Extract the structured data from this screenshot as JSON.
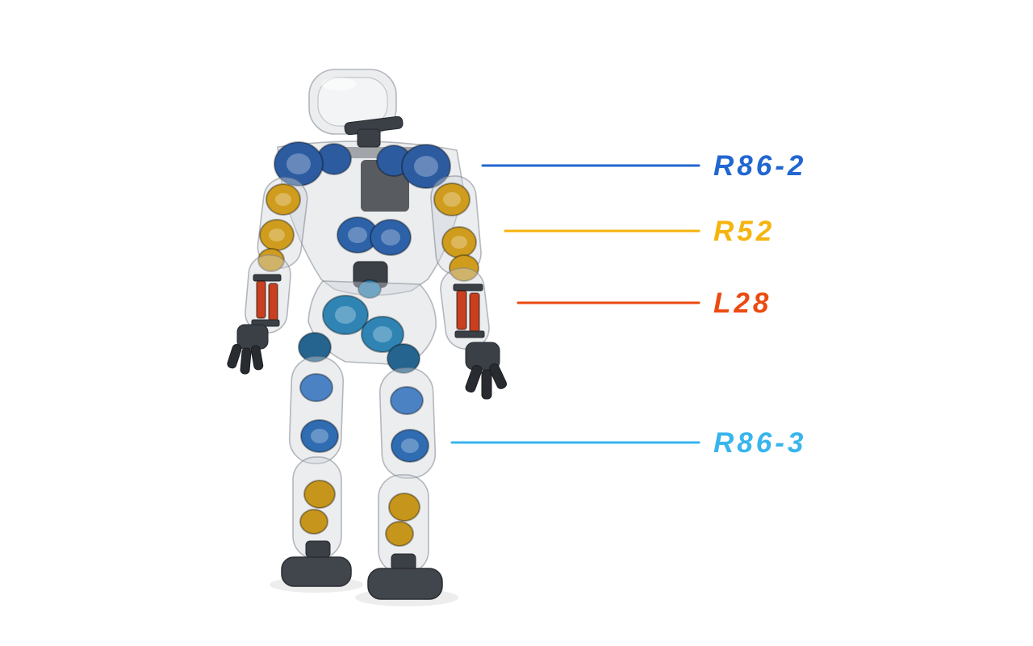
{
  "figure": {
    "background": "#ffffff"
  },
  "callouts": [
    {
      "label": "R86-2",
      "color": "#2166d1",
      "points_to": "shoulder-actuator"
    },
    {
      "label": "R52",
      "color": "#f6b40e",
      "points_to": "elbow-actuator"
    },
    {
      "label": "L28",
      "color": "#ec4a10",
      "points_to": "forearm-linear-actuator"
    },
    {
      "label": "R86-3",
      "color": "#38b5ec",
      "points_to": "knee-actuator"
    }
  ],
  "robot_colors": {
    "shell": "#d0d3d9",
    "shoulder_motor": "#2c5ba0",
    "waist_motor": "#2d62a8",
    "elbow_motor": "#cf9c1d",
    "forearm_actuator": "#c8401f",
    "hip_motor": "#2f84b4",
    "thigh_motor": "#4a82c4",
    "knee_motor": "#2f6cb2",
    "shin_motor": "#c6951b",
    "hands_feet": "#3b3f46"
  }
}
